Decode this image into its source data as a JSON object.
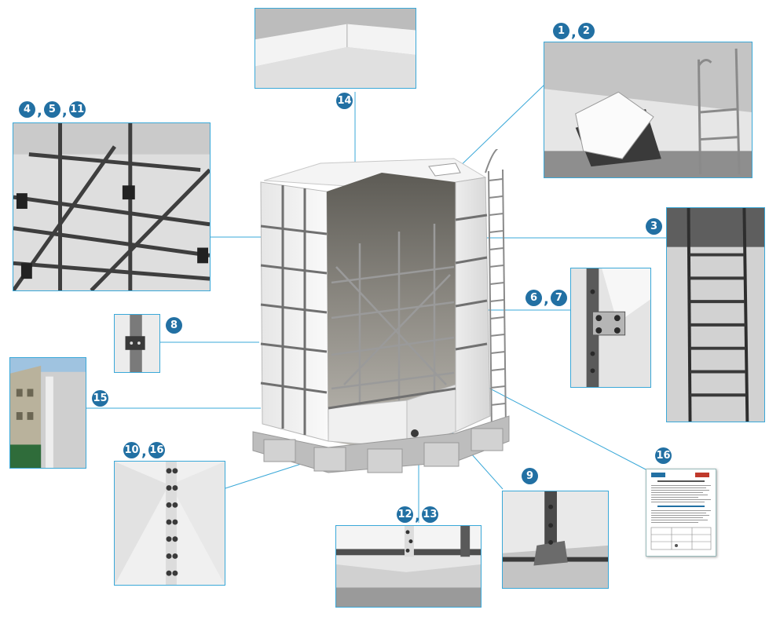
{
  "diagram": {
    "subject": "sectional water tank with internal bracing",
    "callouts": [
      {
        "id": "label-1-2",
        "numbers": [
          "1",
          "2"
        ]
      },
      {
        "id": "label-3",
        "numbers": [
          "3"
        ]
      },
      {
        "id": "label-4-5-11",
        "numbers": [
          "4",
          "5",
          "11"
        ]
      },
      {
        "id": "label-6-7",
        "numbers": [
          "6",
          "7"
        ]
      },
      {
        "id": "label-8",
        "numbers": [
          "8"
        ]
      },
      {
        "id": "label-9",
        "numbers": [
          "9"
        ]
      },
      {
        "id": "label-10-16",
        "numbers": [
          "10",
          "16"
        ]
      },
      {
        "id": "label-12-13",
        "numbers": [
          "12",
          "13"
        ]
      },
      {
        "id": "label-14",
        "numbers": [
          "14"
        ]
      },
      {
        "id": "label-15",
        "numbers": [
          "15"
        ]
      },
      {
        "id": "label-16",
        "numbers": [
          "16"
        ]
      }
    ]
  },
  "colors": {
    "callout_badge": "#2270a3",
    "leader_line": "#3aa8d8",
    "photo_border": "#3aa8d8",
    "panel": "#f2f2f2",
    "frame_steel": "#6b6b6b"
  }
}
